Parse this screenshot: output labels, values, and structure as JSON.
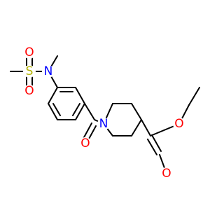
{
  "atoms": [
    {
      "id": "S1",
      "symbol": "S",
      "color": "#b2b200"
    },
    {
      "id": "O1",
      "symbol": "O",
      "color": "#ff0000"
    },
    {
      "id": "O2",
      "symbol": "O",
      "color": "#ff0000"
    },
    {
      "id": "N1",
      "symbol": "N",
      "color": "#0000ff"
    },
    {
      "id": "N2",
      "symbol": "N",
      "color": "#0000ff"
    },
    {
      "id": "O3",
      "symbol": "O",
      "color": "#ff0000"
    },
    {
      "id": "O4",
      "symbol": "O",
      "color": "#ff0000"
    },
    {
      "id": "O5",
      "symbol": "O",
      "color": "#ff0000"
    }
  ],
  "bond_color": "#000000"
}
